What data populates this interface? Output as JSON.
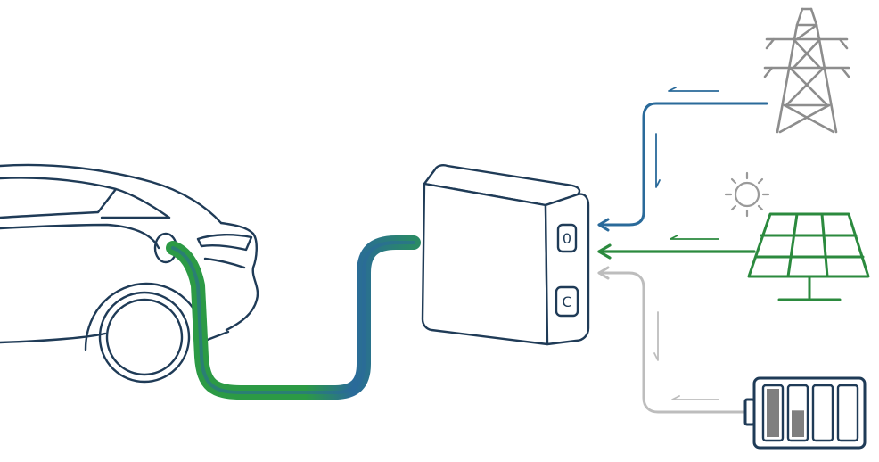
{
  "colors": {
    "line_dark": "#1f3b57",
    "grid_blue": "#2a6a9a",
    "solar_green": "#2b8a3e",
    "battery_gray": "#bdbdbd",
    "tower_gray": "#8d8d8d",
    "cable_blue": "#2a6a9a",
    "cable_green": "#2c9a45"
  },
  "charger": {
    "button_top_symbol": "0",
    "button_bottom_symbol": "C"
  },
  "battery": {
    "cells_total": 4,
    "cells_full": 1,
    "cell_partial_level": 0.55
  },
  "icons": {
    "car": "electric-car-icon",
    "charger": "wallbox-charger-icon",
    "grid": "power-tower-icon",
    "sun": "sun-icon",
    "solar": "solar-panel-icon",
    "battery": "battery-icon"
  }
}
